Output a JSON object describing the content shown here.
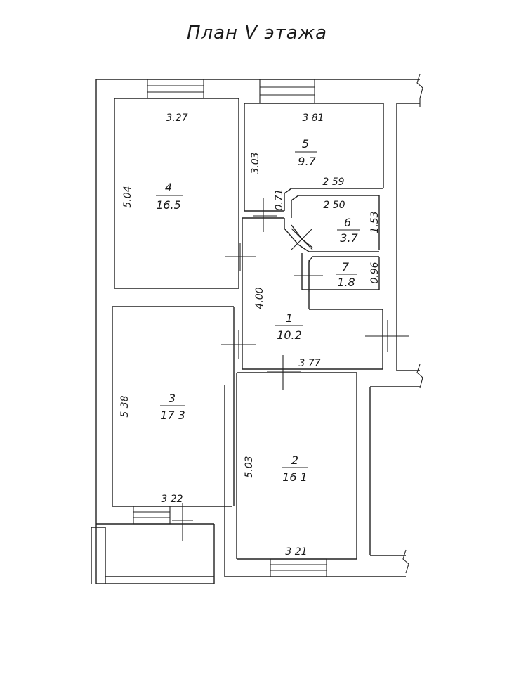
{
  "title": "План V этажа",
  "rooms": [
    {
      "id": "room-1",
      "number": "1",
      "area": "10.2"
    },
    {
      "id": "room-2",
      "number": "2",
      "area": "16 1"
    },
    {
      "id": "room-3",
      "number": "3",
      "area": "17 3"
    },
    {
      "id": "room-4",
      "number": "4",
      "area": "16.5"
    },
    {
      "id": "room-5",
      "number": "5",
      "area": "9.7"
    },
    {
      "id": "room-6",
      "number": "6",
      "area": "3.7"
    },
    {
      "id": "room-7",
      "number": "7",
      "area": "1.8"
    }
  ],
  "dimensions": {
    "room4_width": "3.27",
    "room4_height": "5.04",
    "room5_width": "3 81",
    "room5_height": "3.03",
    "corridor_small": "0.71",
    "room6_top": "2 59",
    "room6_width": "2 50",
    "room6_height": "1.53",
    "room7_height": "0.96",
    "room1_height": "4.00",
    "room1_width": "3 77",
    "room3_height": "5 38",
    "room3_width": "3 22",
    "room2_height": "5.03",
    "room2_width": "3 21"
  }
}
